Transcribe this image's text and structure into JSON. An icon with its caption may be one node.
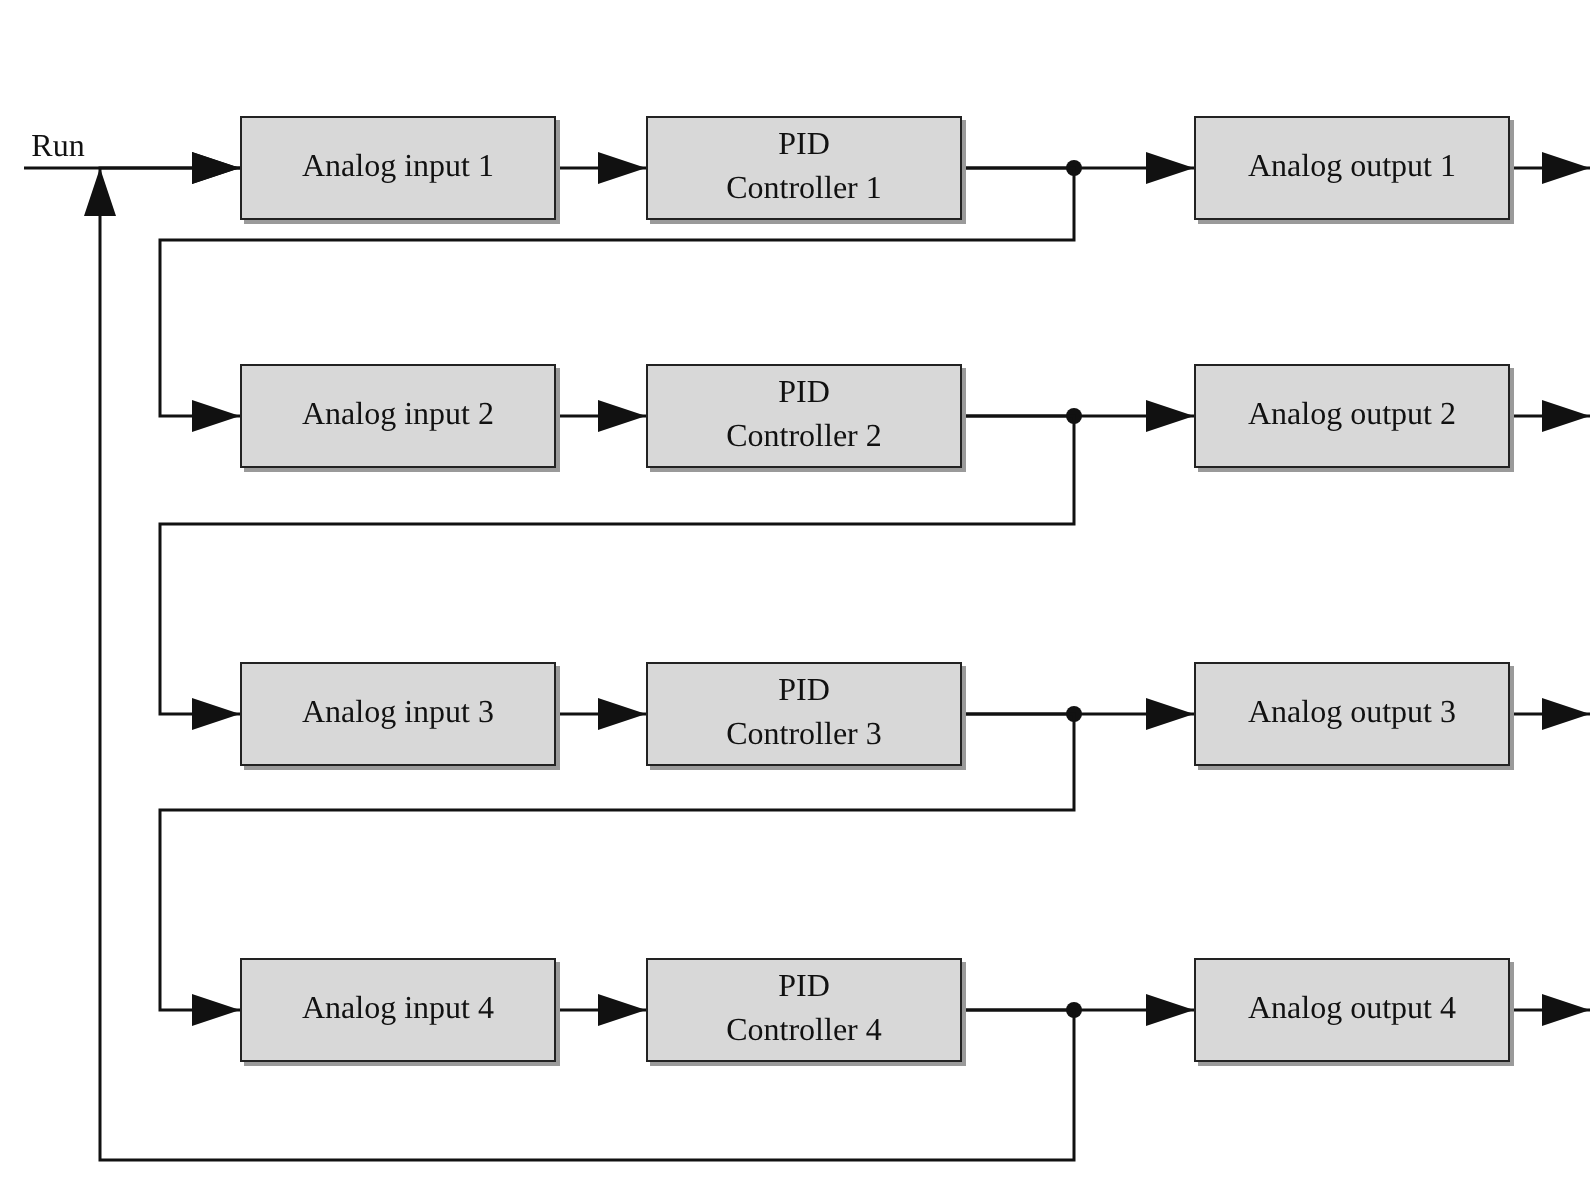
{
  "diagram": {
    "nodes": [
      {
        "text": [
          "Run"
        ]
      },
      {
        "text": [
          "Analog input 1"
        ]
      },
      {
        "text": [
          "PID Controller 1"
        ]
      },
      {
        "text": [
          "Analog output 1"
        ]
      },
      {
        "text": [
          "Analog input 2"
        ]
      },
      {
        "text": [
          "PID Controller 2"
        ]
      },
      {
        "text": [
          "Analog output 2"
        ]
      },
      {
        "text": [
          "Analog input 3"
        ]
      },
      {
        "text": [
          "PID Controller 3"
        ]
      },
      {
        "text": [
          "Analog output 3"
        ]
      },
      {
        "text": [
          "Analog input 4"
        ]
      },
      {
        "text": [
          "PID Controller 4"
        ]
      },
      {
        "text": [
          "Analog output 4"
        ]
      }
    ],
    "edges": [
      {
        "from": 0,
        "to": 1,
        "arrow": "to"
      },
      {
        "from": 1,
        "to": 2,
        "arrow": "to"
      },
      {
        "from": 2,
        "to": 3,
        "arrow": "to"
      },
      {
        "from": 3,
        "to": null,
        "arrow": "to"
      },
      {
        "from": 2,
        "to": 4,
        "arrow": "to"
      },
      {
        "from": 4,
        "to": 5,
        "arrow": "to"
      },
      {
        "from": 5,
        "to": 6,
        "arrow": "to"
      },
      {
        "from": 6,
        "to": null,
        "arrow": "to"
      },
      {
        "from": 5,
        "to": 7,
        "arrow": "to"
      },
      {
        "from": 7,
        "to": 8,
        "arrow": "to"
      },
      {
        "from": 8,
        "to": 9,
        "arrow": "to"
      },
      {
        "from": 9,
        "to": null,
        "arrow": "to"
      },
      {
        "from": 8,
        "to": 10,
        "arrow": "to"
      },
      {
        "from": 10,
        "to": 11,
        "arrow": "to"
      },
      {
        "from": 11,
        "to": 12,
        "arrow": "to"
      },
      {
        "from": 12,
        "to": null,
        "arrow": "to"
      },
      {
        "from": 11,
        "to": 1,
        "arrow": "to"
      }
    ]
  }
}
